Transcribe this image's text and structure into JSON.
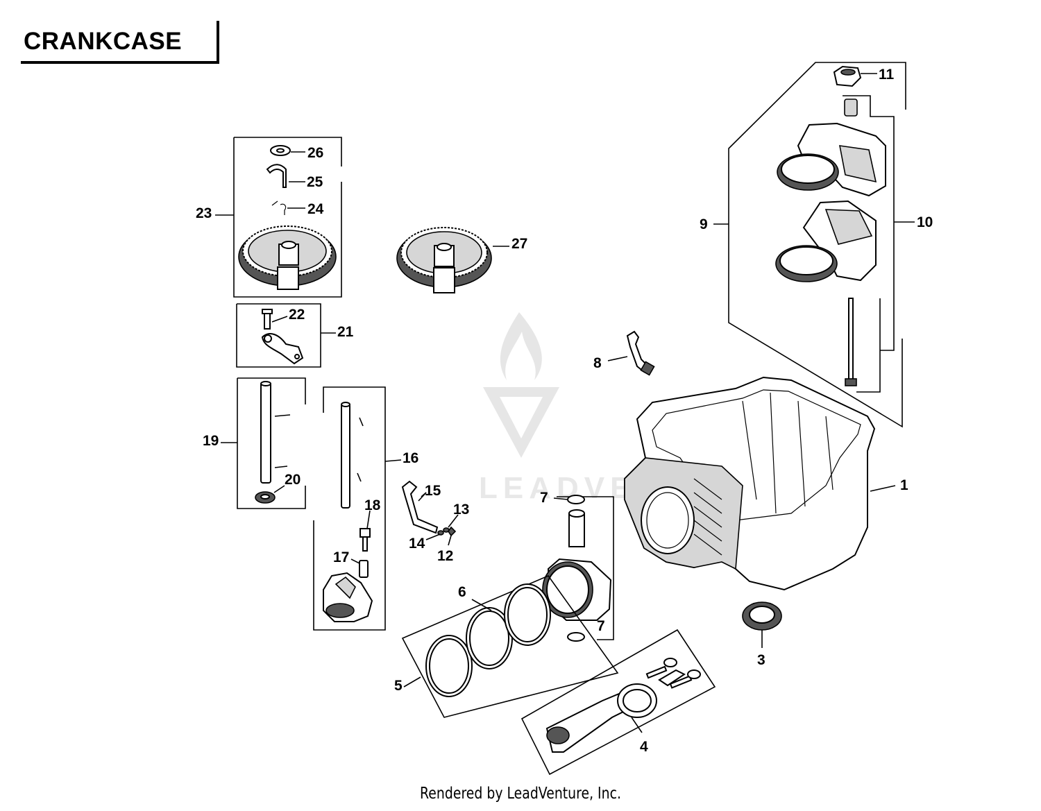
{
  "title": "CRANKCASE",
  "footer": "Rendered by LeadVenture, Inc.",
  "watermark": "LEADVENTURE",
  "callouts": {
    "c1": "1",
    "c3": "3",
    "c4": "4",
    "c5": "5",
    "c6": "6",
    "c7a": "7",
    "c7b": "7",
    "c8": "8",
    "c9": "9",
    "c10": "10",
    "c11": "11",
    "c12": "12",
    "c13": "13",
    "c14": "14",
    "c15": "15",
    "c16": "16",
    "c17": "17",
    "c18": "18",
    "c19": "19",
    "c20": "20",
    "c21": "21",
    "c22": "22",
    "c23": "23",
    "c24": "24",
    "c25": "25",
    "c26": "26",
    "c27": "27"
  }
}
